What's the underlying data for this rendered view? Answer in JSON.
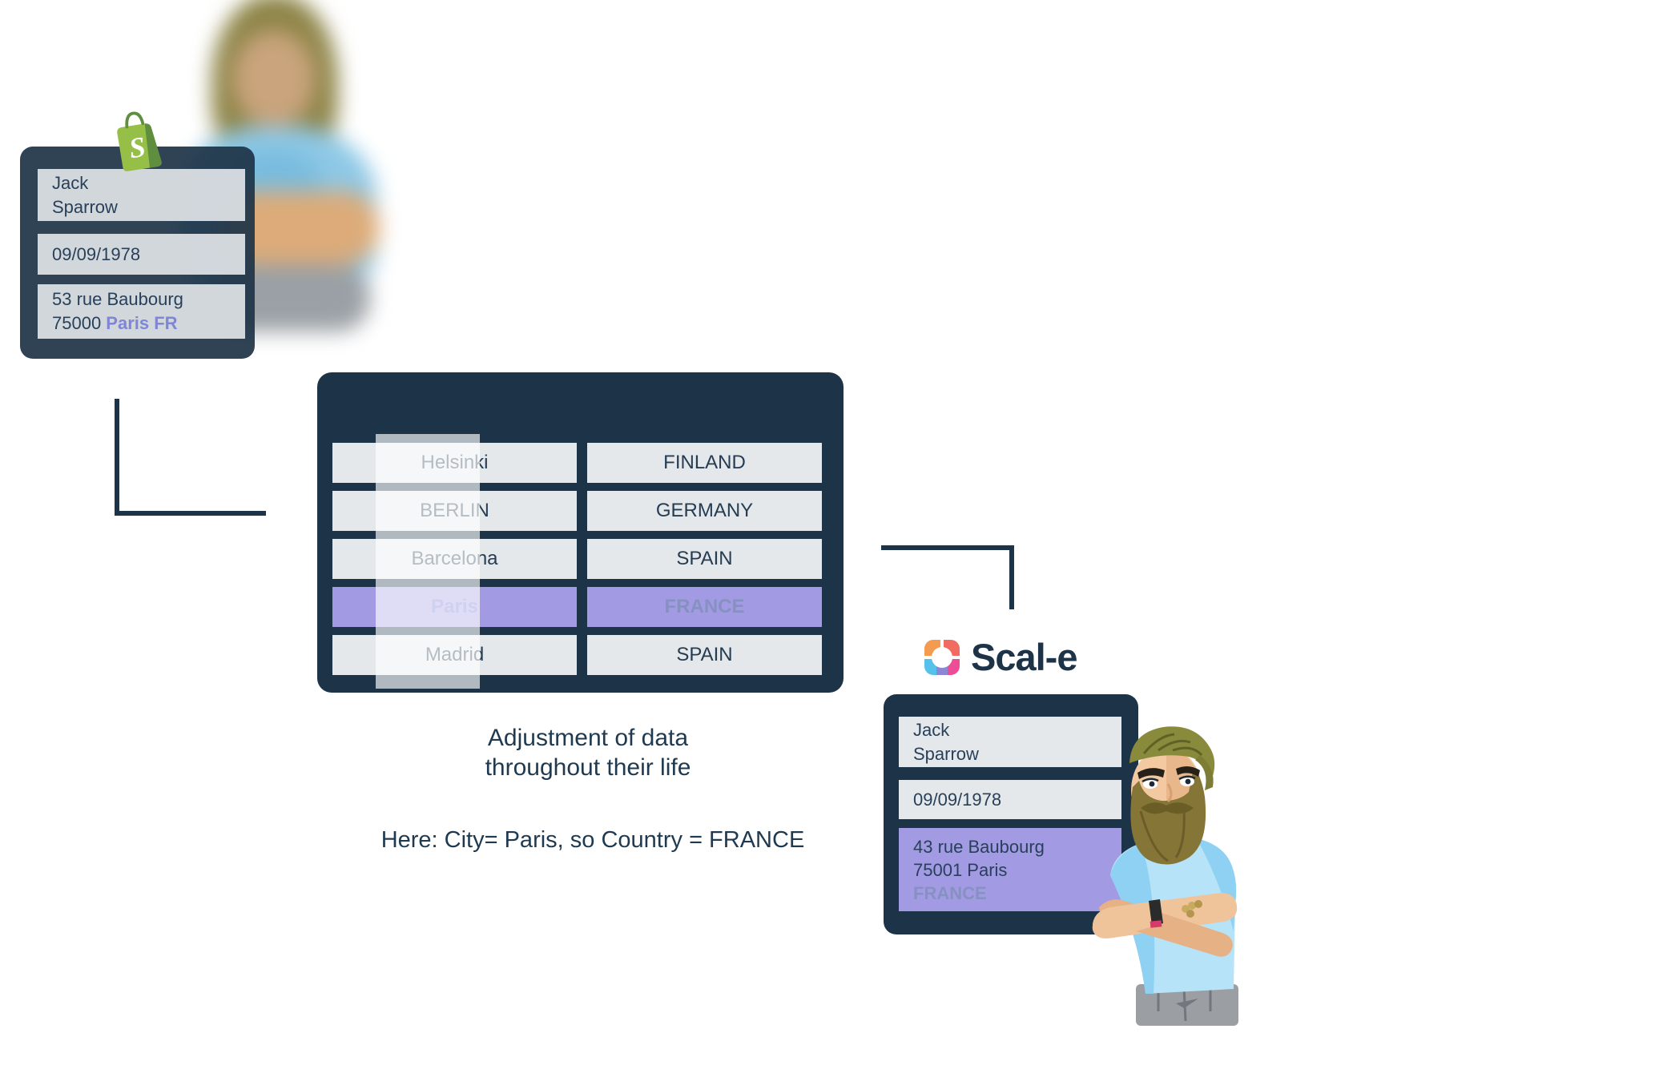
{
  "colors": {
    "navy": "#1D3347",
    "field_gray": "#E4E8EA",
    "highlight_purple": "#A29AE3",
    "paris_text": "#7478D2",
    "france_text": "#8691C1",
    "periwinkle_text": "#7F86D8",
    "shopify_green": "#95BF47",
    "shopify_green_dark": "#5E8E3E",
    "scale_orange": "#F59B50",
    "scale_red": "#F16B60",
    "scale_blue": "#56C2EC",
    "scale_pink": "#EC4D96",
    "scale_purple": "#8B87D4"
  },
  "icons": {
    "shopify": "shopify-bag-icon",
    "scale": "scale-color-grid-icon"
  },
  "shopify_card": {
    "name_line1": "Jack",
    "name_line2": "Sparrow",
    "dob": "09/09/1978",
    "address_line1": "53 rue Baubourg",
    "address_line2_prefix": "75000 ",
    "address_line2_highlight": "Paris FR"
  },
  "mapping_table": {
    "rows": [
      {
        "city": "Helsinki",
        "country": "FINLAND",
        "highlight": false
      },
      {
        "city": "BERLIN",
        "country": "GERMANY",
        "highlight": false
      },
      {
        "city": "Barcelona",
        "country": "SPAIN",
        "highlight": false
      },
      {
        "city": "Paris",
        "country": "FRANCE",
        "highlight": true
      },
      {
        "city": "Madrid",
        "country": "SPAIN",
        "highlight": false
      }
    ]
  },
  "captions": {
    "adjustment_line1": "Adjustment of data",
    "adjustment_line2": "throughout their life",
    "example": "Here: City= Paris, so Country = FRANCE"
  },
  "scale_logo": {
    "text": "Scal-e"
  },
  "scale_card": {
    "name_line1": "Jack",
    "name_line2": "Sparrow",
    "dob": "09/09/1978",
    "address_line1": "43 rue Baubourg",
    "address_line2": "75001 Paris",
    "address_line3": "FRANCE"
  }
}
